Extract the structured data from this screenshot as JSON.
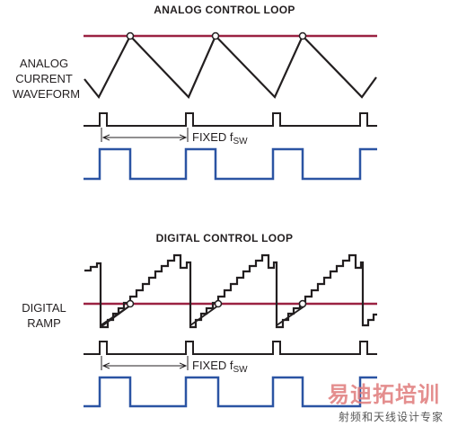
{
  "analog": {
    "title": "ANALOG CONTROL LOOP",
    "waveform_label": [
      "ANALOG",
      "CURRENT",
      "WAVEFORM"
    ],
    "fixed_label": "FIXED f",
    "fixed_sub": "SW"
  },
  "digital": {
    "title": "DIGITAL CONTROL LOOP",
    "ramp_label": [
      "DIGITAL",
      "RAMP"
    ],
    "fixed_label": "FIXED f",
    "fixed_sub": "SW"
  },
  "watermark": {
    "main": "易迪拓培训",
    "sub": "射频和天线设计专家"
  },
  "colors": {
    "threshold": "#9b2242",
    "waveform": "#231f20",
    "gate": "#2b54a3"
  }
}
